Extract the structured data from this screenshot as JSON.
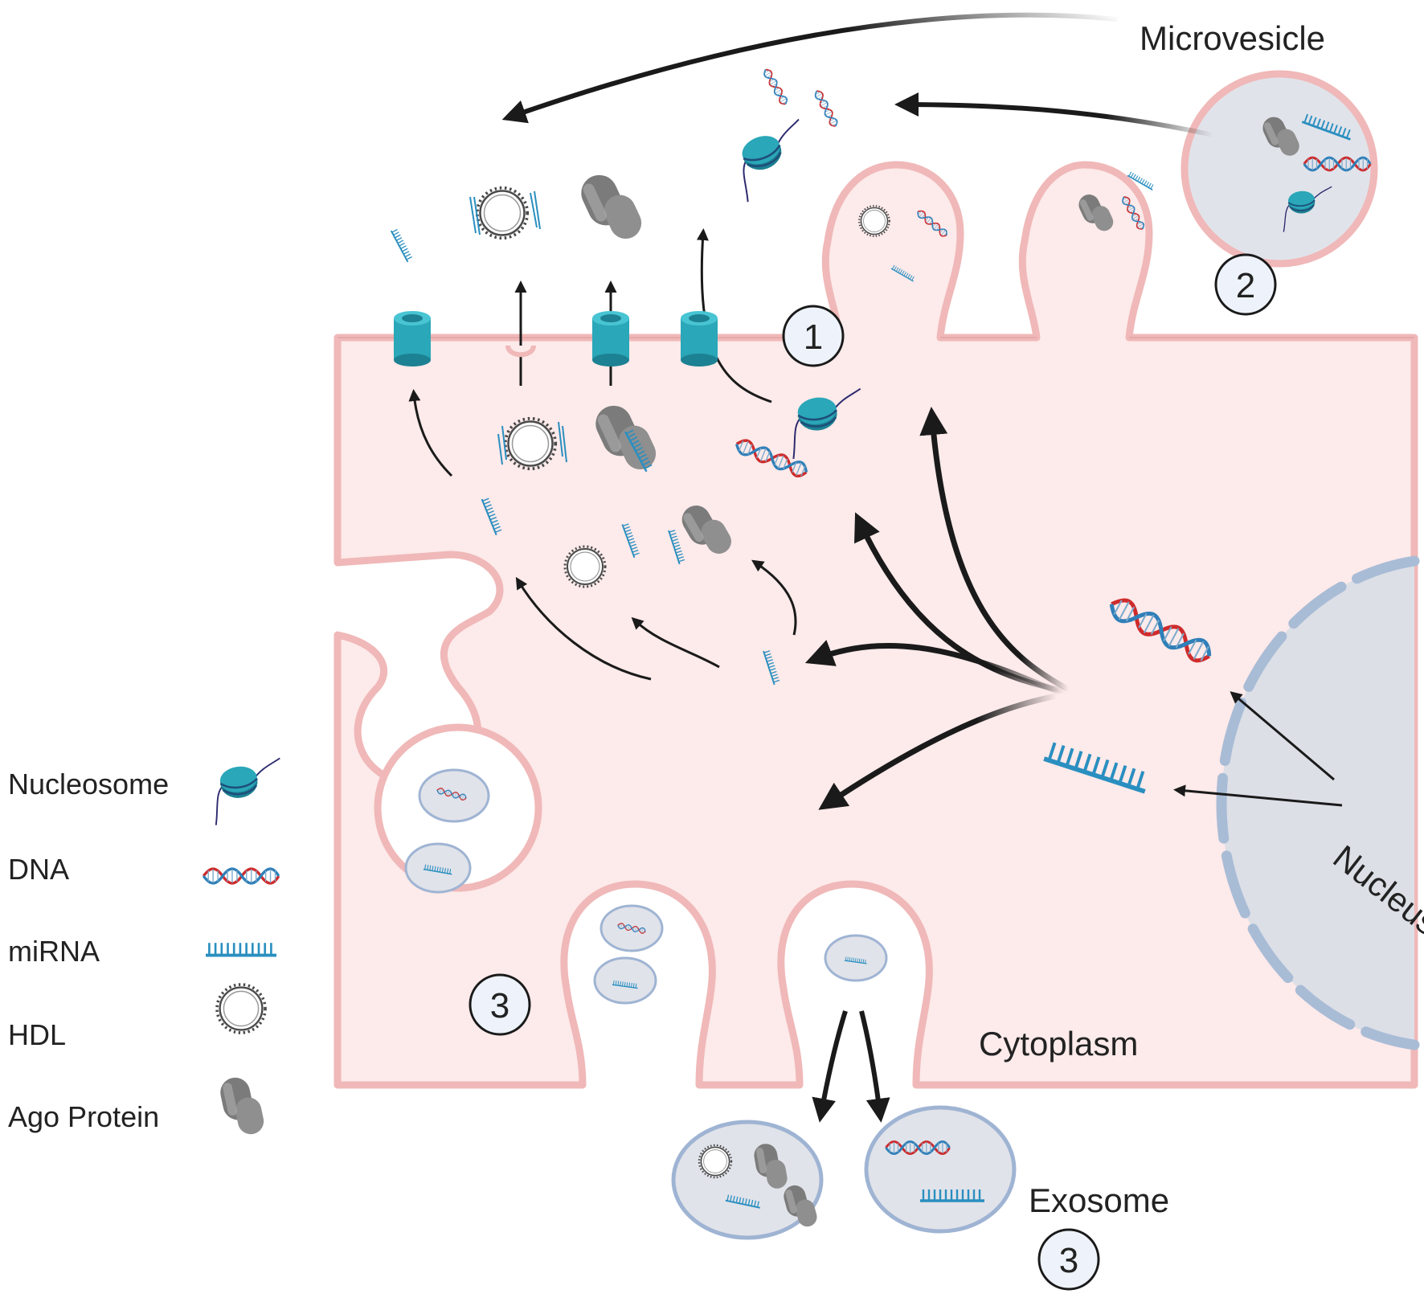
{
  "labels": {
    "microvesicle": "Microvesicle",
    "cytoplasm": "Cytoplasm",
    "nucleus": "Nucleus",
    "exosome": "Exosome"
  },
  "legend": {
    "items": [
      {
        "label": "Nucleosome",
        "icon": "nucleosome-icon"
      },
      {
        "label": "DNA",
        "icon": "dna-icon"
      },
      {
        "label": "miRNA",
        "icon": "mirna-icon"
      },
      {
        "label": "HDL",
        "icon": "hdl-icon"
      },
      {
        "label": "Ago Protein",
        "icon": "ago-protein-icon"
      }
    ]
  },
  "markers": {
    "pathway_1": "1",
    "pathway_2": "2",
    "pathway_3_cell": "3",
    "pathway_3_exosome": "3"
  },
  "colors": {
    "cell_fill": "#fdeaea",
    "membrane": "#f0b8b8",
    "membrane_dark": "#d99a9a",
    "channel": "#2aa7b8",
    "channel_dark": "#1c8192",
    "dna_red": "#cf2b2b",
    "dna_blue": "#2f7fb8",
    "mirna": "#2a8fc0",
    "ago": "#8c8c8c",
    "nucleus_fill": "#dcdfe6",
    "nucleus_edge": "#a9bcd6",
    "exosome_fill": "#e1e3ea",
    "exosome_edge": "#9fb4d3",
    "marker_fill": "#eef3fb",
    "arrow": "#1a1a1a"
  }
}
